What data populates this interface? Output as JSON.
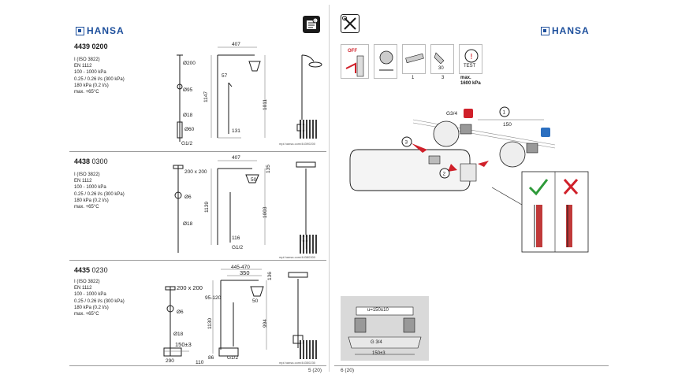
{
  "brand": "HANSA",
  "left_page": {
    "page_number": "5 (20)",
    "sections": [
      {
        "code_main": "4439",
        "code_sub": "0200",
        "specs": [
          "I (ISO 3822)",
          "EN 1112",
          "100 - 1000 kPa",
          "0.25 / 0.26 l/s (300 kPa)",
          "180 kPa (0.2 l/s)",
          "max. +65°C"
        ],
        "dims": {
          "width": "407",
          "diam_head": "Ø200",
          "a": "57",
          "height": "1147",
          "height2": "1011",
          "diam_hand": "Ø95",
          "diam_rod": "Ø18",
          "diam_60": "Ø60",
          "thread": "G1/2",
          "b": "131"
        },
        "qr_url": "mpi.hansa.com/44390200"
      },
      {
        "code_main": "4438",
        "code_sub": "0300",
        "specs": [
          "I (ISO 3822)",
          "EN 1112",
          "100 - 1000 kPa",
          "0.25 / 0.26 l/s (300 kPa)",
          "180 kPa (0.2 l/s)",
          "max. +65°C"
        ],
        "dims": {
          "width": "407",
          "head": "200 x 200",
          "a": "50",
          "b": "135",
          "height": "1139",
          "height2": "1003",
          "diam_hand": "Ø6",
          "diam_rod": "Ø18",
          "c": "116",
          "thread": "G1/2"
        },
        "qr_url": "mpi.hansa.com/44380300"
      },
      {
        "code_main": "4435",
        "code_sub": "0230",
        "specs": [
          "I (ISO 3822)",
          "EN 1112",
          "100 - 1000 kPa",
          "0.25 / 0.26 l/s (300 kPa)",
          "180 kPa (0.2 l/s)",
          "max. +65°C"
        ],
        "dims": {
          "width": "445-470",
          "w2": "350",
          "b": "136",
          "head": "200 x 200",
          "reach": "95-120",
          "a": "50",
          "height": "1130",
          "height2": "994",
          "diam_hand": "Ø6",
          "diam_rod": "Ø18",
          "spacing": "150±3",
          "base": "290",
          "c": "110",
          "d": "86",
          "thread": "G1/2"
        },
        "qr_url": "mpi.hansa.com/44350230"
      }
    ]
  },
  "right_page": {
    "page_number": "6 (20)",
    "step_labels": {
      "off": "OFF",
      "one": "1",
      "three": "3",
      "thirty": "30",
      "test": "TEST",
      "pressure_max": "max.",
      "pressure_value": "1600 kPa"
    },
    "install": {
      "thread": "G3/4",
      "spacing": "150",
      "n1": "1",
      "n2": "2",
      "n3": "3"
    },
    "bottom_diagram": {
      "top": "u=150±10",
      "thread": "G 3/4",
      "bottom": "150±3"
    }
  }
}
